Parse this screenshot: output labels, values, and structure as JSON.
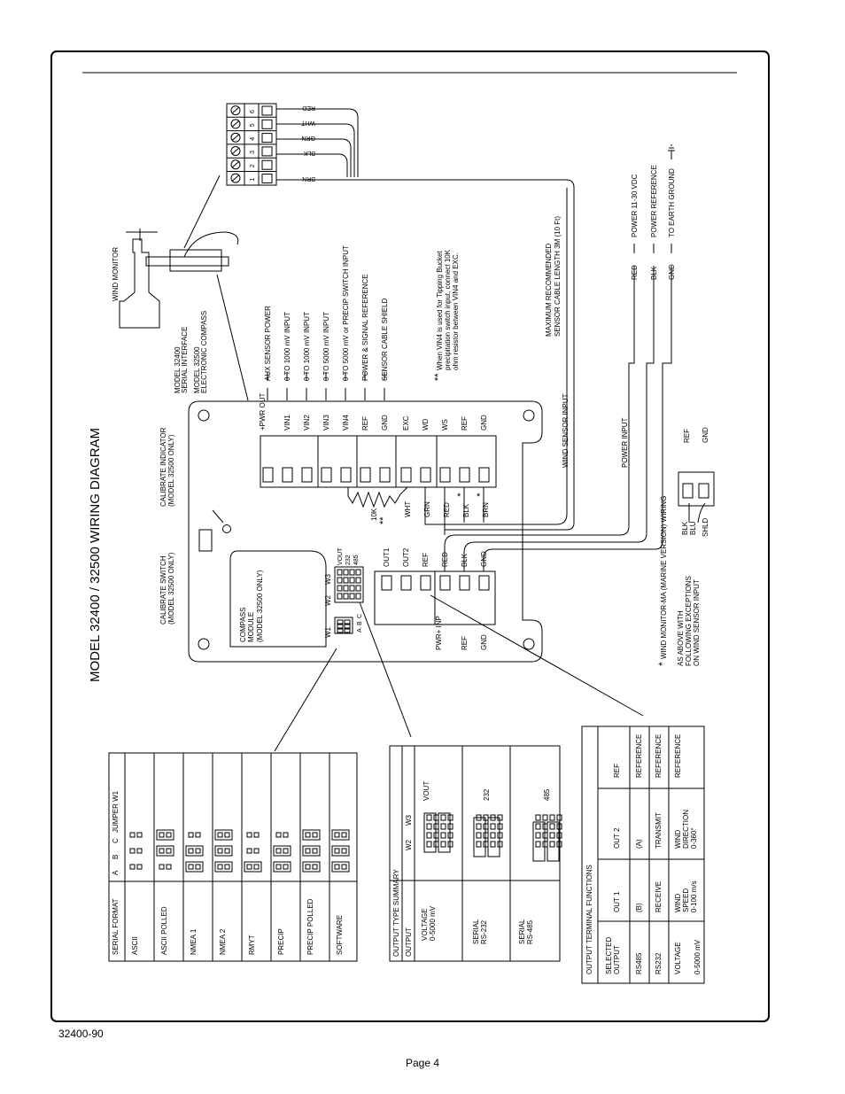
{
  "title": "MODEL 32400 / 32500 WIRING DIAGRAM",
  "doc_id": "32400-90",
  "page": "Page 4",
  "wind_monitor": {
    "label": "WIND MONITOR",
    "terminals": [
      "1",
      "2",
      "3",
      "4",
      "5",
      "6"
    ],
    "wires": [
      "RED",
      "WHT",
      "GRN",
      "BLK",
      "BRN"
    ]
  },
  "models": [
    "MODEL 32400",
    "SERIAL INTERFACE",
    "MODEL 32500",
    "ELECTRONIC COMPASS"
  ],
  "input_labels": [
    "+PWR OUT",
    "VIN1",
    "VIN2",
    "VIN3",
    "VIN4",
    "REF",
    "GND",
    "EXC",
    "WD",
    "WS",
    "REF",
    "GND"
  ],
  "input_descriptions": [
    "AUX SENSOR POWER",
    "0 TO 1000 mV INPUT",
    "0 TO 1000 mV INPUT",
    "0 TO 5000 mV INPUT",
    "0 TO 5000 mV or PRECIP SWITCH INPUT",
    "POWER & SIGNAL REFERENCE",
    "SENSOR CABLE SHIELD"
  ],
  "vin4_note": {
    "marker": "**",
    "lines": [
      "When VIN4 is used for Tipping Bucket",
      "precipitation switch input, connect 10K",
      "ohm resistor between VIN4 and EXC."
    ]
  },
  "resistor": {
    "value": "10K",
    "marker": "**"
  },
  "sensor_wires": [
    "WHT",
    "GRN",
    "RED",
    "BLK",
    "BRN"
  ],
  "wind_sensor_input": "WIND SENSOR INPUT",
  "cable_note": [
    "MAXIMUM RECOMMENDED",
    "SENSOR CABLE LENGTH 3M (10 Ft)"
  ],
  "output_terminals": [
    "OUT1",
    "OUT2",
    "REF"
  ],
  "power_terminals": [
    "RED",
    "BLK",
    "GND"
  ],
  "power_terminal_labels": [
    "PWR+ INP",
    "REF",
    "GND"
  ],
  "power_input": {
    "label": "POWER INPUT",
    "lines": [
      {
        "wire": "RED",
        "desc": "POWER 11-30 VDC"
      },
      {
        "wire": "BLK",
        "desc": "POWER REFERENCE"
      },
      {
        "wire": "GND",
        "desc": "TO EARTH GROUND"
      }
    ]
  },
  "calibrate_switch": [
    "CALIBRATE SWITCH",
    "(MODEL 32500 ONLY)"
  ],
  "calibrate_indicator": [
    "CALIBRATE INDICATOR",
    "(MODEL 32500 ONLY)"
  ],
  "compass_module": [
    "COMPASS",
    "MODULE",
    "(MODEL 32500 ONLY)"
  ],
  "jumpers": {
    "w1": "W1",
    "w2": "W2",
    "w3": "W3",
    "abc": [
      "A",
      "B",
      "C"
    ],
    "w3_side": [
      "VOUT",
      "232",
      "485"
    ]
  },
  "marine": {
    "star": "*",
    "title": "WIND MONITOR-MA (MARINE VERSION) WIRING",
    "lines": [
      "AS ABOVE WITH",
      "FOLLOWING EXCEPTIONS",
      "ON WIND SENSOR INPUT"
    ],
    "wires": [
      "BLK",
      "BLU",
      "SHLD"
    ],
    "terminals": [
      "REF",
      "GND"
    ]
  },
  "serial_table": {
    "headers": [
      "SERIAL FORMAT",
      "A",
      "B",
      "C",
      "JUMPER W1"
    ],
    "rows": [
      "ASCII",
      "ASCII POLLED",
      "NMEA 1",
      "NMEA 2",
      "RMYT",
      "PRECIP",
      "PRECIP POLLED",
      "SOFTWARE"
    ]
  },
  "output_type_table": {
    "title": "OUTPUT TYPE SUMMARY",
    "headers": [
      "OUTPUT",
      "W2",
      "W3"
    ],
    "rows": [
      {
        "label": [
          "VOLTAGE",
          "0-5000 mV"
        ],
        "tag": "VOUT"
      },
      {
        "label": [
          "SERIAL",
          "RS-232"
        ],
        "tag": "232"
      },
      {
        "label": [
          "SERIAL",
          "RS-485"
        ],
        "tag": "485"
      }
    ]
  },
  "output_terminal_table": {
    "title": "OUTPUT TERMINAL FUNCTIONS",
    "headers": [
      [
        "SELECTED",
        "OUTPUT"
      ],
      [
        "OUT 1"
      ],
      [
        "OUT 2"
      ],
      [
        "REF"
      ]
    ],
    "rows": [
      [
        [
          "RS485"
        ],
        [
          "(B)"
        ],
        [
          "(A)"
        ],
        [
          "REFERENCE"
        ]
      ],
      [
        [
          "RS232"
        ],
        [
          "RECEIVE"
        ],
        [
          "TRANSMIT"
        ],
        [
          "REFERENCE"
        ]
      ],
      [
        [
          "VOLTAGE"
        ],
        [
          "0-5000 mV"
        ],
        [
          "WIND",
          "SPEED",
          "0-100 m/s"
        ],
        [
          "WIND",
          "DIRECTION",
          "0-360°"
        ],
        [
          "REFERENCE"
        ]
      ]
    ]
  }
}
